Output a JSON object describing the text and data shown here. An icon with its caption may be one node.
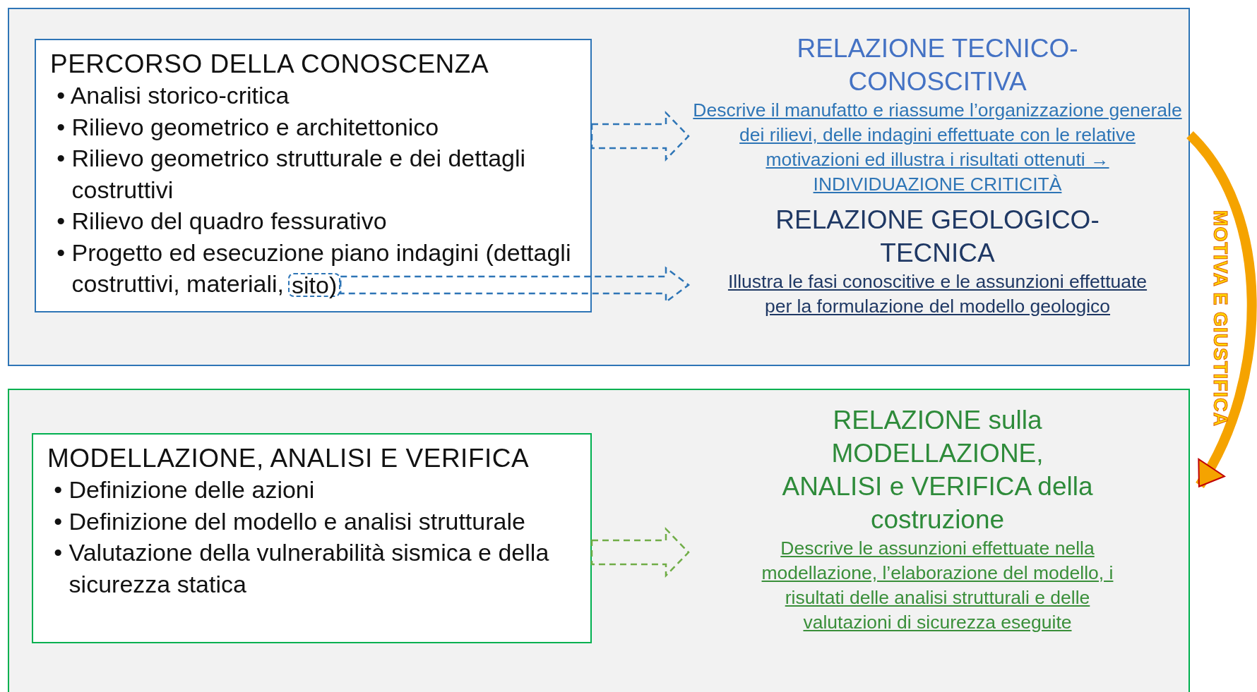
{
  "diagram": {
    "nodes": [
      {
        "text": [],
        "shape": "box"
      },
      {
        "text": [
          "PERCORSO DELLA CONOSCENZA",
          "• Analisi storico-critica",
          "• Rilievo geometrico e architettonico",
          "• Rilievo geometrico strutturale e dei dettagli costruttivi",
          "• Rilievo del quadro fessurativo",
          "• Progetto ed esecuzione piano indagini (dettagli costruttivi, materiali,"
        ],
        "in": 0
      },
      {
        "text": [
          "sito)"
        ],
        "in": 1
      },
      {
        "text": [
          "RELAZIONE TECNICO-CONOSCITIVA",
          "Descrive il manufatto e riassume l’organizzazione generale dei rilievi, delle indagini effettuate con le relative motivazioni ed illustra i risultati ottenuti → INDIVIDUAZIONE CRITICITÀ"
        ],
        "in": 0
      },
      {
        "text": [
          "RELAZIONE GEOLOGICO-TECNICA",
          "Illustra le fasi conoscitive e le assunzioni effettuate per la formulazione del modello geologico"
        ],
        "in": 0
      },
      {
        "text": [],
        "shape": "box"
      },
      {
        "text": [
          "MODELLAZIONE, ANALISI E VERIFICA",
          "• Definizione delle azioni",
          "• Definizione del modello e analisi strutturale",
          "• Valutazione della vulnerabilità sismica e della sicurezza statica"
        ],
        "in": 5
      },
      {
        "text": [
          "RELAZIONE sulla MODELLAZIONE, ANALISI e VERIFICA della costruzione",
          "Descrive le assunzioni effettuate nella modellazione, l’elaborazione del modello, i risultati delle analisi strutturali e delle valutazioni di sicurezza eseguite"
        ],
        "in": 5
      }
    ],
    "edges": [
      {
        "from": 1,
        "to": 3,
        "arrow": "to",
        "style": "dashed"
      },
      {
        "from": 2,
        "to": 4,
        "arrow": "to",
        "style": "dashed"
      },
      {
        "from": 6,
        "to": 7,
        "arrow": "to",
        "style": "dashed",
        "color": "#70ad47"
      },
      {
        "from": 0,
        "to": 5,
        "arrow": "to",
        "color": "#f5a300",
        "label": "MOTIVA E GIUSTIFICA"
      }
    ]
  }
}
